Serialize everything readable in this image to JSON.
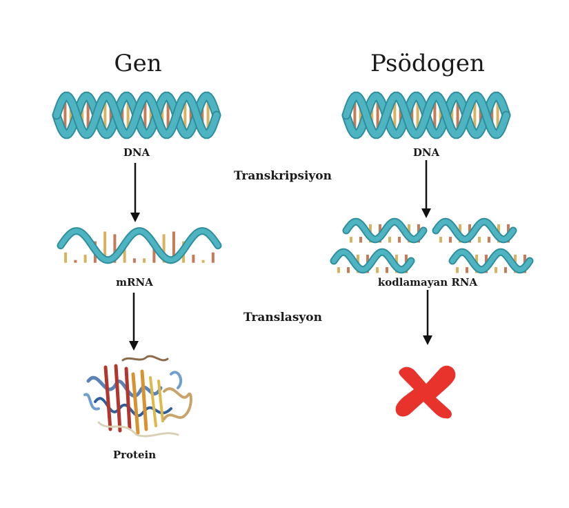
{
  "left": {
    "title": "Gen",
    "dna_label": "DNA",
    "rna_label": "mRNA",
    "product_label": "Protein"
  },
  "right": {
    "title": "Psödogen",
    "dna_label": "DNA",
    "rna_label": "kodlamayan RNA"
  },
  "steps": {
    "transcription": "Transkripsiyon",
    "translation": "Translasyon"
  },
  "colors": {
    "helix": "#4fb4c2",
    "helix_dark": "#2f8e9c",
    "rung_a": "#d9b25f",
    "rung_b": "#c77a55",
    "arrow": "#111111",
    "cross": "#e8322c"
  },
  "icons": {
    "cross": "red-x-icon",
    "protein": "protein-structure-icon"
  }
}
